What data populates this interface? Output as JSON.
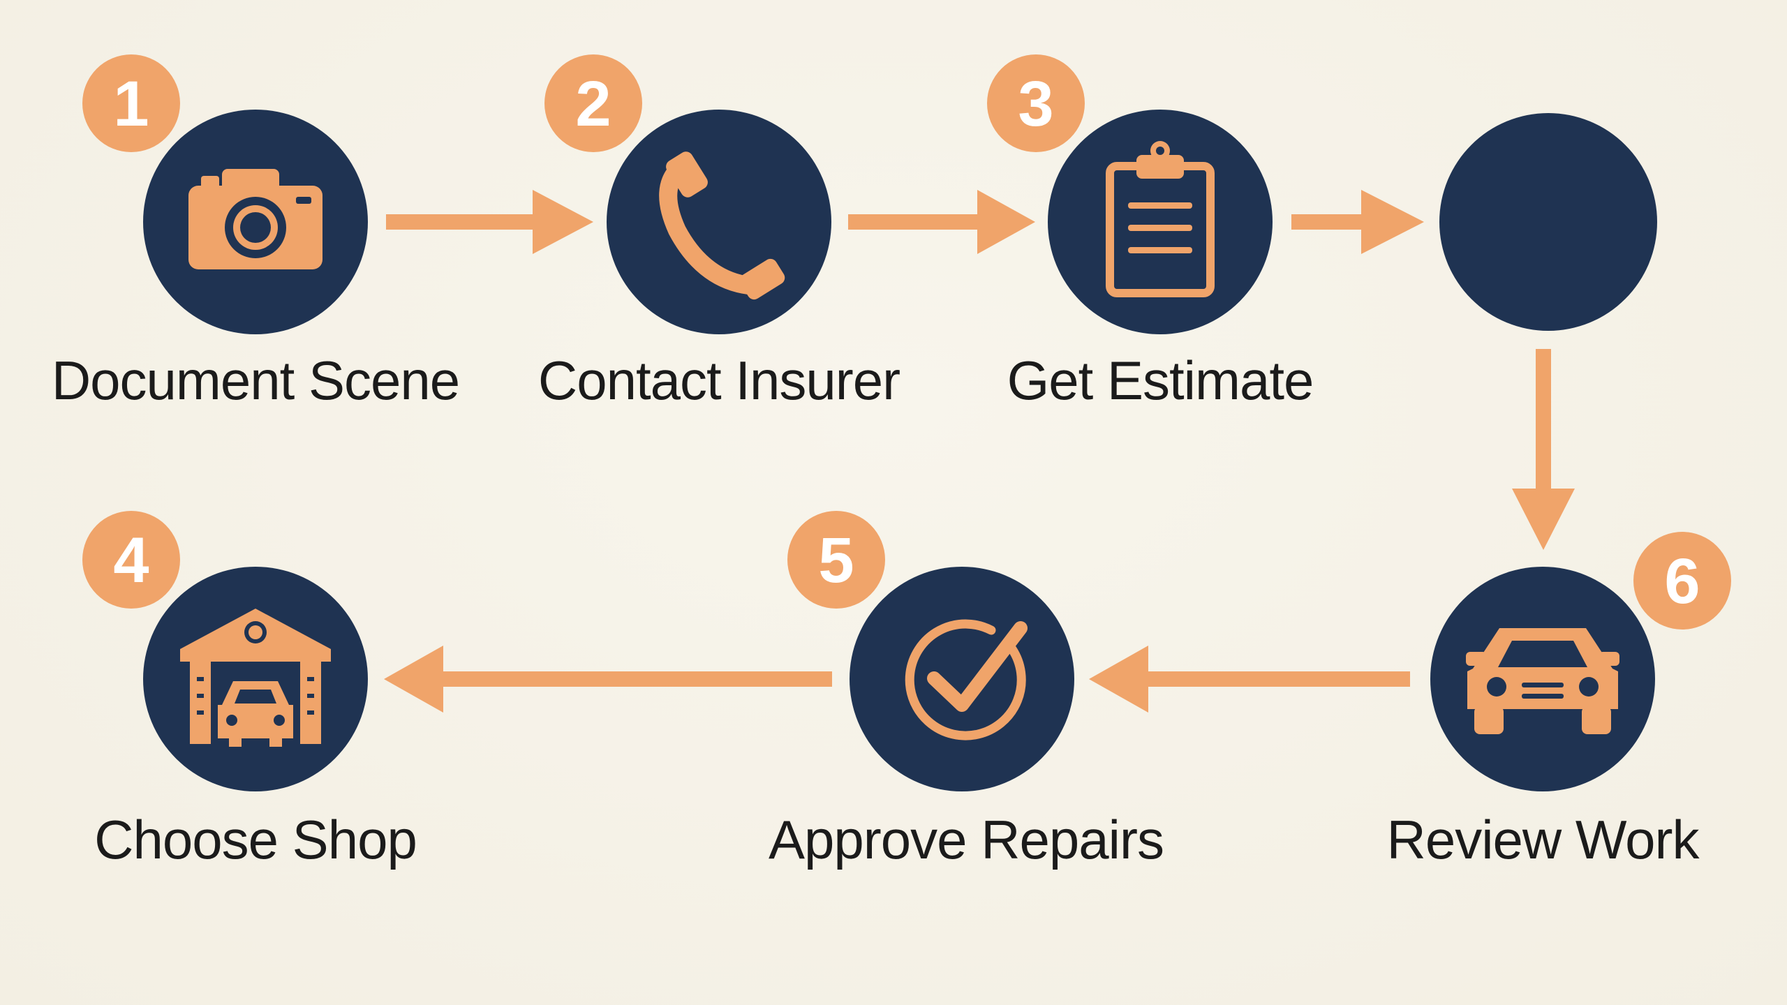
{
  "colors": {
    "background": "#f6f2e7",
    "circle": "#1f3352",
    "accent": "#f0a46a",
    "text": "#1b1b1b",
    "badge_text": "#ffffff"
  },
  "steps": [
    {
      "number": "1",
      "label": "Document Scene",
      "icon": "camera-icon"
    },
    {
      "number": "2",
      "label": "Contact Insurer",
      "icon": "phone-icon"
    },
    {
      "number": "3",
      "label": "Get Estimate",
      "icon": "clipboard-icon"
    },
    {
      "number": "",
      "label": "",
      "icon": ""
    },
    {
      "number": "4",
      "label": "Choose Shop",
      "icon": "garage-icon"
    },
    {
      "number": "5",
      "label": "Approve Repairs",
      "icon": "checkmark-icon"
    },
    {
      "number": "6",
      "label": "Review Work",
      "icon": "car-icon"
    }
  ]
}
